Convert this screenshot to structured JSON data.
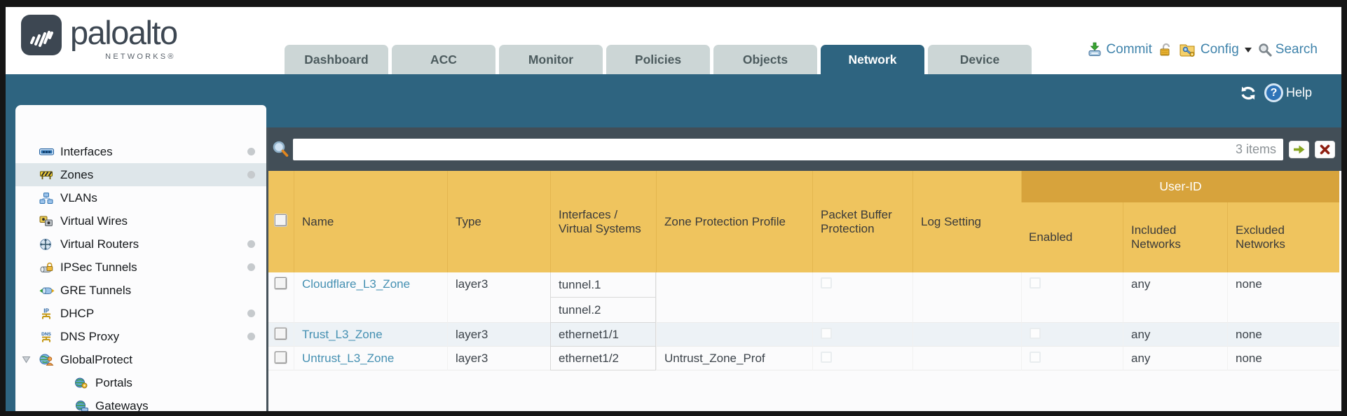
{
  "colors": {
    "teal": "#2e6480",
    "dark": "#424e57",
    "amber": "#efc45e",
    "amber-dark": "#d7a33c",
    "amber-border": "#e3b64f",
    "link": "#4590b2",
    "action": "#3f83ab"
  },
  "brand": {
    "wordmark": "paloalto",
    "networks": "NETWORKS®"
  },
  "topnav": {
    "tabs": [
      {
        "label": "Dashboard"
      },
      {
        "label": "ACC"
      },
      {
        "label": "Monitor"
      },
      {
        "label": "Policies"
      },
      {
        "label": "Objects"
      },
      {
        "label": "Network"
      },
      {
        "label": "Device"
      }
    ],
    "active_tab": "Network",
    "commit_label": "Commit",
    "config_label": "Config",
    "search_label": "Search"
  },
  "band": {
    "help_label": "Help",
    "help_glyph": "?"
  },
  "sidebar": {
    "items": [
      {
        "label": "Interfaces"
      },
      {
        "label": "Zones"
      },
      {
        "label": "VLANs"
      },
      {
        "label": "Virtual Wires"
      },
      {
        "label": "Virtual Routers"
      },
      {
        "label": "IPSec Tunnels"
      },
      {
        "label": "GRE Tunnels"
      },
      {
        "label": "DHCP"
      },
      {
        "label": "DNS Proxy"
      },
      {
        "label": "GlobalProtect"
      },
      {
        "label": "Portals"
      },
      {
        "label": "Gateways"
      }
    ],
    "selected": "Zones"
  },
  "filter": {
    "items_count": "3 items",
    "value": ""
  },
  "table": {
    "group_header": "User-ID",
    "columns": [
      "Name",
      "Type",
      "Interfaces / Virtual Systems",
      "Zone Protection Profile",
      "Packet Buffer Protection",
      "Log Setting",
      "Enabled",
      "Included Networks",
      "Excluded Networks"
    ],
    "rows": [
      {
        "name": "Cloudflare_L3_Zone",
        "type": "layer3",
        "interfaces": [
          "tunnel.1",
          "tunnel.2"
        ],
        "zone_protection_profile": "",
        "log_setting": "",
        "packet_buffer_protection_checked": false,
        "enabled_checked": false,
        "included_networks": "any",
        "excluded_networks": "none"
      },
      {
        "name": "Trust_L3_Zone",
        "type": "layer3",
        "interfaces": [
          "ethernet1/1"
        ],
        "zone_protection_profile": "",
        "log_setting": "",
        "packet_buffer_protection_checked": false,
        "enabled_checked": false,
        "included_networks": "any",
        "excluded_networks": "none"
      },
      {
        "name": "Untrust_L3_Zone",
        "type": "layer3",
        "interfaces": [
          "ethernet1/2"
        ],
        "zone_protection_profile": "Untrust_Zone_Prof",
        "log_setting": "",
        "packet_buffer_protection_checked": false,
        "enabled_checked": false,
        "included_networks": "any",
        "excluded_networks": "none"
      }
    ]
  }
}
